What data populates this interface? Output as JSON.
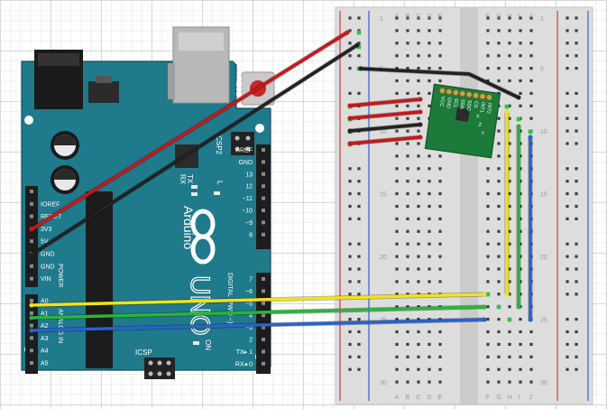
{
  "arduino": {
    "brand": "Arduino",
    "model": "UNO",
    "reset_label": "RESET",
    "icsp2_label": "ICSP2",
    "icsp_label": "ICSP",
    "on_label": "ON",
    "l_label": "L",
    "tx_label": "TX",
    "rx_label": "RX",
    "power_label": "POWER",
    "analog_label": "ANALOG IN",
    "digital_label": "DIGITAL (PWM ~)",
    "power_pins": [
      "IOREF",
      "RESET",
      "3V3",
      "5V",
      "GND",
      "GND",
      "VIN"
    ],
    "analog_pins": [
      "A0",
      "A1",
      "A2",
      "A3",
      "A4",
      "A5"
    ],
    "digital_top": [
      "AREF",
      "GND",
      "13",
      "12",
      "~11",
      "~10",
      "~9",
      "8"
    ],
    "digital_bottom": [
      "7",
      "~6",
      "~5",
      "4",
      "~3",
      "2",
      "TX▸ 1",
      "RX◂ 0"
    ]
  },
  "breadboard": {
    "columns": [
      "A",
      "B",
      "C",
      "D",
      "E",
      "F",
      "G",
      "H",
      "I",
      "J"
    ],
    "row_numbers": [
      "1",
      "5",
      "10",
      "15",
      "20",
      "25",
      "30"
    ]
  },
  "module": {
    "pin_labels": [
      "VCC",
      "GND",
      "SCL",
      "SDA",
      "SDO",
      "CS",
      "INT1",
      "INT2"
    ],
    "axis_labels": [
      "X",
      "Z",
      "Y"
    ]
  },
  "colors": {
    "board": "#1f7a8c",
    "board_dark": "#176676",
    "module": "#1c7a3a",
    "wire_red": "#c8171b",
    "wire_black": "#222222",
    "wire_yellow": "#f2e21a",
    "wire_green": "#29b53a",
    "wire_blue": "#2a62c9"
  }
}
